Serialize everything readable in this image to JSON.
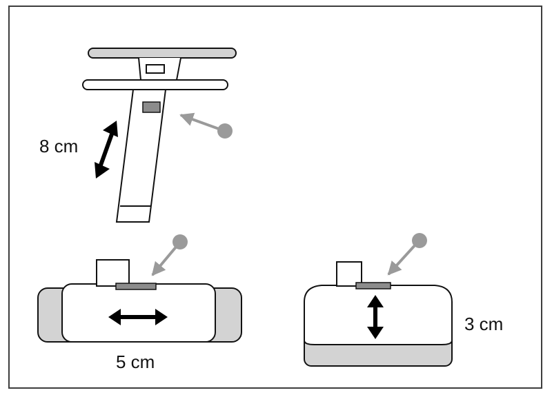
{
  "labels": {
    "stand_height": "8 cm",
    "base_width": "5 cm",
    "base_height": "3 cm"
  },
  "colors": {
    "outline": "#111111",
    "fill_gray": "#d3d3d3",
    "marker_gray": "#8c8c8c",
    "pointer_gray": "#9a9a9a",
    "arrow_black": "#000000"
  }
}
